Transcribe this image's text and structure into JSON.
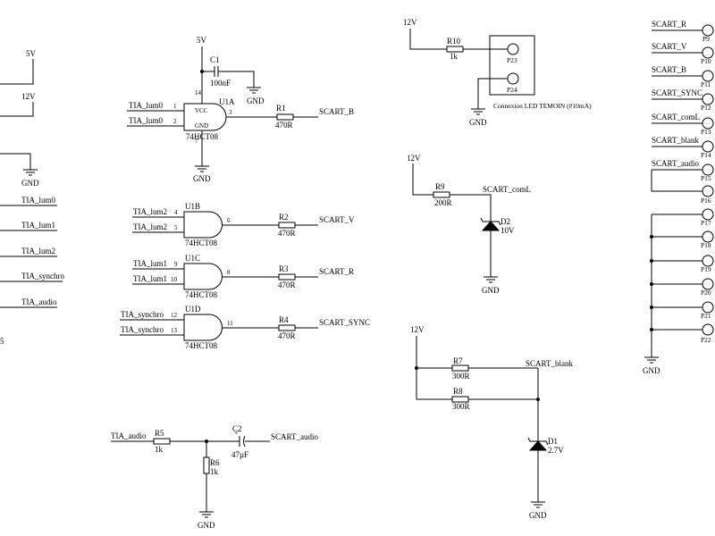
{
  "power": {
    "v5": "5V",
    "v12": "12V",
    "gnd": "GND"
  },
  "left_header": {
    "v5": "5V",
    "v12": "12V",
    "gnd": "GND",
    "signals": [
      "TIA_lum0",
      "TIA_lum1",
      "TIA_lum2",
      "TIA_synchro",
      "TIA_audio"
    ],
    "cut_pin": "5"
  },
  "u1a": {
    "ref": "U1A",
    "part": "74HCT08",
    "vcc_label": "VCC",
    "gnd_label": "GND",
    "in1_net": "TIA_lum0",
    "in2_net": "TIA_lum0",
    "pin_in1": "1",
    "pin_in2": "2",
    "pin_out": "3",
    "pin_vcc": "14",
    "pin_gnd": "7"
  },
  "c1": {
    "ref": "C1",
    "value": "100nF"
  },
  "r1": {
    "ref": "R1",
    "value": "470R",
    "out_net": "SCART_B"
  },
  "u1b": {
    "ref": "U1B",
    "part": "74HCT08",
    "in1_net": "TIA_lum2",
    "in2_net": "TIA_lum2",
    "pin_in1": "4",
    "pin_in2": "5",
    "pin_out": "6"
  },
  "r2": {
    "ref": "R2",
    "value": "470R",
    "out_net": "SCART_V"
  },
  "u1c": {
    "ref": "U1C",
    "part": "74HCT08",
    "in1_net": "TIA_lum1",
    "in2_net": "TIA_lum1",
    "pin_in1": "9",
    "pin_in2": "10",
    "pin_out": "8"
  },
  "r3": {
    "ref": "R3",
    "value": "470R",
    "out_net": "SCART_R"
  },
  "u1d": {
    "ref": "U1D",
    "part": "74HCT08",
    "in1_net": "TIA_synchro",
    "in2_net": "TIA_synchro",
    "pin_in1": "12",
    "pin_in2": "13",
    "pin_out": "11"
  },
  "r4": {
    "ref": "R4",
    "value": "470R",
    "out_net": "SCART_SYNC"
  },
  "audio": {
    "in_net": "TIA_audio",
    "r5_ref": "R5",
    "r5_value": "1k",
    "r6_ref": "R6",
    "r6_value": "1k",
    "c2_ref": "C2",
    "c2_value": "47µF",
    "c2_plus": "+",
    "out_net": "SCART_audio"
  },
  "led": {
    "r10_ref": "R10",
    "r10_value": "1k",
    "p23": "P23",
    "p24": "P24",
    "caption": "Connexion LED TEMOIN (#10mA)"
  },
  "coml": {
    "r9_ref": "R9",
    "r9_value": "200R",
    "net": "SCART_comL",
    "d2_ref": "D2",
    "d2_value": "10V"
  },
  "blank": {
    "r7_ref": "R7",
    "r7_value": "300R",
    "r8_ref": "R8",
    "r8_value": "300R",
    "net": "SCART_blank",
    "d1_ref": "D1",
    "d1_value": "2.7V"
  },
  "scart_connector": {
    "signal_pins": [
      {
        "net": "SCART_R",
        "pin": "P9"
      },
      {
        "net": "SCART_V",
        "pin": "P10"
      },
      {
        "net": "SCART_B",
        "pin": "P11"
      },
      {
        "net": "SCART_SYNC",
        "pin": "P12"
      },
      {
        "net": "SCART_comL",
        "pin": "P13"
      },
      {
        "net": "SCART_blank",
        "pin": "P14"
      },
      {
        "net": "SCART_audio",
        "pin": "P15"
      }
    ],
    "ground_pins": [
      "P16",
      "P17",
      "P18",
      "P19",
      "P20",
      "P21",
      "P22"
    ],
    "gnd": "GND"
  }
}
